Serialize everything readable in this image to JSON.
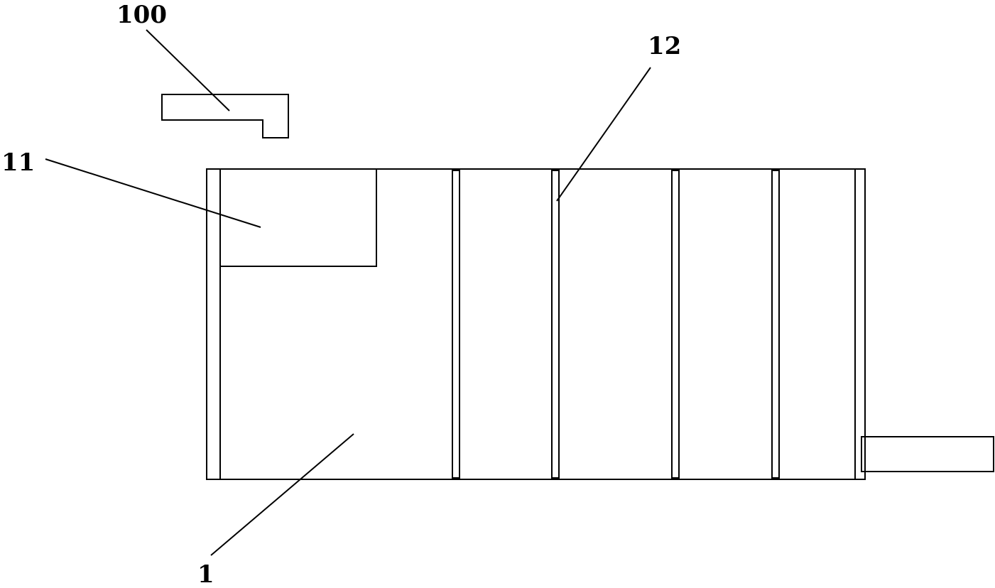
{
  "diagram": {
    "labels": {
      "label_100": "100",
      "label_12": "12",
      "label_11": "11",
      "label_1": "1"
    },
    "colors": {
      "stroke": "#000000",
      "background": "#ffffff"
    }
  }
}
